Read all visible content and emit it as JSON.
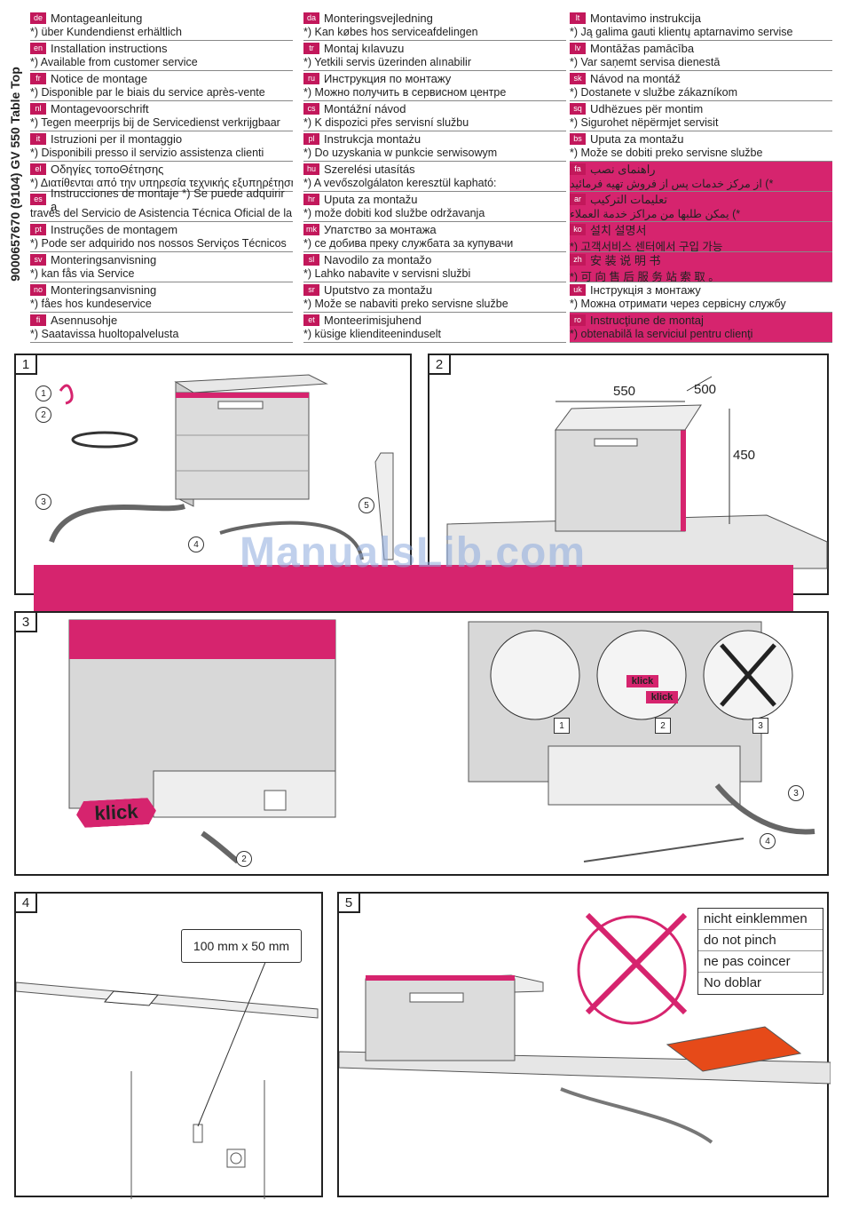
{
  "side_label": "9000657670 (9104)       GV 550 Table Top",
  "col1": [
    {
      "code": "de",
      "title": "Montageanleitung",
      "note": "*) über Kundendienst erhältlich"
    },
    {
      "code": "en",
      "title": "Installation instructions",
      "note": "*) Available from customer service"
    },
    {
      "code": "fr",
      "title": "Notice de montage",
      "note": "*) Disponible par le biais du service après-vente"
    },
    {
      "code": "nl",
      "title": "Montagevoorschrift",
      "note": "*) Tegen meerprijs bij de Servicedienst verkrijgbaar"
    },
    {
      "code": "it",
      "title": "Istruzioni per il montaggio",
      "note": "*) Disponibili presso il servizio assistenza clienti"
    },
    {
      "code": "el",
      "title": "Οδηγίες τοποΘέτησης",
      "note": "*) Διατίθενται από την υπηρεσία τεχνικής εξυπηρέτησης πελατών"
    },
    {
      "code": "es",
      "title": "Instrucciones de montaje   *) Se puede adquirir a",
      "note": "través del Servicio de Asistencia Técnica Oficial de la marca"
    },
    {
      "code": "pt",
      "title": "Instruções de montagem",
      "note": "*) Pode ser adquirido nos nossos Serviços Técnicos"
    },
    {
      "code": "sv",
      "title": "Monteringsanvisning",
      "note": "*) kan fås via Service"
    },
    {
      "code": "no",
      "title": "Monteringsanvisning",
      "note": "*) fåes hos kundeservice"
    },
    {
      "code": "fi",
      "title": "Asennusohje",
      "note": "*) Saatavissa huoltopalvelusta"
    }
  ],
  "col2": [
    {
      "code": "da",
      "title": "Monteringsvejledning",
      "note": "*) Kan købes hos serviceafdelingen"
    },
    {
      "code": "tr",
      "title": "Montaj kılavuzu",
      "note": "*) Yetkili servis üzerinden alınabilir"
    },
    {
      "code": "ru",
      "title": "Инструкция по монтажу",
      "note": "*) Можно получить в сервисном центре"
    },
    {
      "code": "cs",
      "title": "Montážní návod",
      "note": "*) K dispozici přes servisní službu"
    },
    {
      "code": "pl",
      "title": "Instrukcja montażu",
      "note": "*) Do uzyskania w punkcie serwisowym"
    },
    {
      "code": "hu",
      "title": "Szerelési utasítás",
      "note": "*) A vevőszolgálaton keresztül kapható:"
    },
    {
      "code": "hr",
      "title": "Uputa za montažu",
      "note": "*) može dobiti kod službe održavanja"
    },
    {
      "code": "mk",
      "title": "Упатство за монтажа",
      "note": "*) се добива преку службата за купувачи"
    },
    {
      "code": "sl",
      "title": "Navodilo za montažo",
      "note": "*) Lahko nabavite v servisni službi"
    },
    {
      "code": "sr",
      "title": "Uputstvo za montažu",
      "note": "*) Može se nabaviti preko servisne službe"
    },
    {
      "code": "et",
      "title": "Monteerimisjuhend",
      "note": "*) küsige klienditeeninduselt"
    }
  ],
  "col3": [
    {
      "code": "lt",
      "title": "Montavimo instrukcija",
      "note": "*) Ją galima gauti klientų aptarnavimo servise",
      "hl": false
    },
    {
      "code": "lv",
      "title": "Montāžas pamācība",
      "note": "*) Var saņemt servisa dienestā",
      "hl": false
    },
    {
      "code": "sk",
      "title": "Návod na montáž",
      "note": "*) Dostanete v službe zákazníkom",
      "hl": false
    },
    {
      "code": "sq",
      "title": "Udhëzues për montim",
      "note": "*) Sigurohet nëpërmjet servisit",
      "hl": false
    },
    {
      "code": "bs",
      "title": "Uputa za montažu",
      "note": "*) Može se dobiti preko servisne službe",
      "hl": false
    },
    {
      "code": "fa",
      "title": "راهنمای نصب",
      "note": "از مرکز خدمات پس از فروش تهیه فرمائید (*",
      "hl": true
    },
    {
      "code": "ar",
      "title": "تعليمات التركيب",
      "note": "يمكن طلبها من مراكز خدمة العملاء (*",
      "hl": true
    },
    {
      "code": "ko",
      "title": "설치 설명서",
      "note": "*) 고객서비스 센터에서 구입 가능",
      "hl": true
    },
    {
      "code": "zh",
      "title": "安 装 说 明 书",
      "note": "*) 可 向 售 后 服 务 站 索 取 。",
      "hl": true
    },
    {
      "code": "uk",
      "title": "Інструкція з монтажу",
      "note": "*) Можна отримати через сервісну службу",
      "hl": false
    },
    {
      "code": "ro",
      "title": "Instrucţiune de montaj",
      "note": "*) obtenabilă la serviciul pentru clienţi",
      "hl": true
    }
  ],
  "panels": {
    "p1": "1",
    "p2": "2",
    "p3": "3",
    "p4": "4",
    "p5": "5"
  },
  "p1_items": [
    "1",
    "2",
    "3",
    "4",
    "5"
  ],
  "p2_dims": {
    "width": "550",
    "depth": "500",
    "height": "450"
  },
  "p3_klick": "klick",
  "p3_sub": [
    "1",
    "2",
    "3"
  ],
  "p3_callouts": [
    "2",
    "3",
    "4"
  ],
  "p3_klick_small": [
    "klick",
    "klick"
  ],
  "p4_size": "100 mm x 50 mm",
  "p5_notes": [
    "nicht einklemmen",
    "do not pinch",
    "ne pas coincer",
    "No doblar"
  ],
  "watermark": "ManualsLib.com"
}
